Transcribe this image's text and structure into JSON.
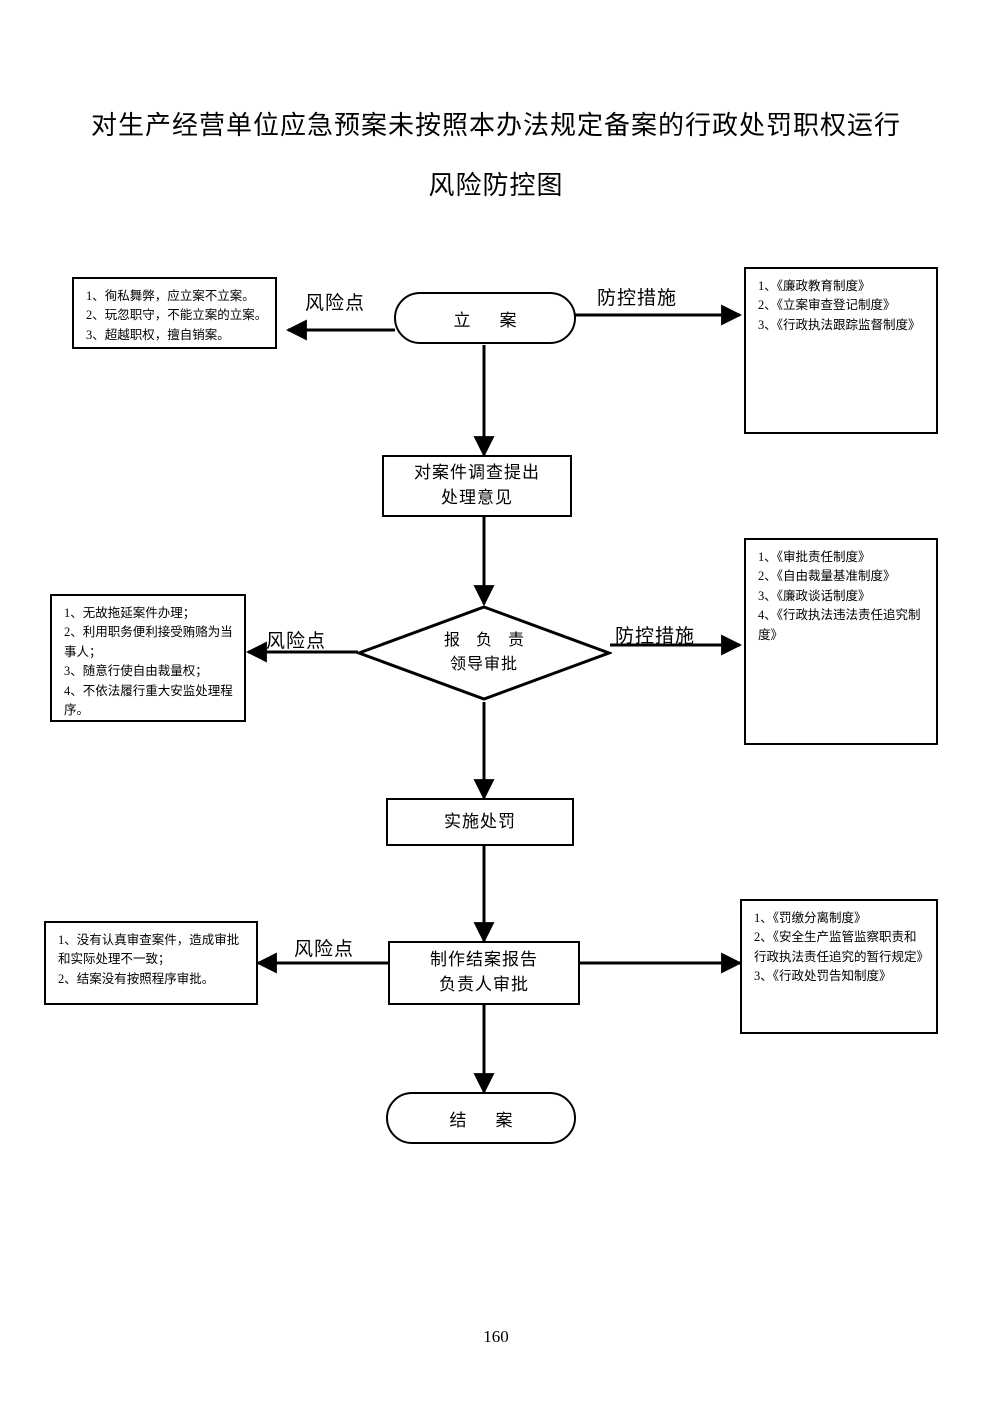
{
  "document": {
    "title_line1": "对生产经营单位应急预案未按照本办法规定备案的行政处罚职权运行",
    "title_line2": "风险防控图",
    "page_number": "160"
  },
  "connector_labels": {
    "risk_point": "风险点",
    "control_measure": "防控措施"
  },
  "flow_nodes": {
    "filing": "立　案",
    "investigate_line1": "对案件调查提出",
    "investigate_line2": "处理意见",
    "approval_line1": "报 负 责",
    "approval_line2": "领导审批",
    "penalty": "实施处罚",
    "closing_report_line1": "制作结案报告",
    "closing_report_line2": "负责人审批",
    "case_closed": "结　案"
  },
  "risk_boxes": [
    {
      "id": "risk-filing",
      "lines": [
        "1、徇私舞弊，应立案不立案。",
        "2、玩忽职守，不能立案的立案。",
        "3、超越职权，擅自销案。"
      ]
    },
    {
      "id": "risk-approval",
      "lines": [
        "1、无故拖延案件办理；",
        "2、利用职务便利接受贿赂为当事人；",
        "3、随意行使自由裁量权；",
        "4、不依法履行重大安监处理程序。"
      ]
    },
    {
      "id": "risk-closing",
      "lines": [
        "1、没有认真审查案件，造成审批和实际处理不一致；",
        "2、结案没有按照程序审批。"
      ]
    }
  ],
  "control_boxes": [
    {
      "id": "control-filing",
      "lines": [
        "1、《廉政教育制度》",
        "2、《立案审查登记制度》",
        "3、《行政执法跟踪监督制度》"
      ]
    },
    {
      "id": "control-approval",
      "lines": [
        "1、《审批责任制度》",
        "2、《自由裁量基准制度》",
        "3、《廉政谈话制度》",
        "4、《行政执法违法责任追究制度》"
      ]
    },
    {
      "id": "control-closing",
      "lines": [
        "1、《罚缴分离制度》",
        "2、《安全生产监管监察职责和行政执法责任追究的暂行规定》",
        "3、《行政处罚告知制度》"
      ]
    }
  ],
  "colors": {
    "stroke": "#000000",
    "background": "#ffffff"
  }
}
